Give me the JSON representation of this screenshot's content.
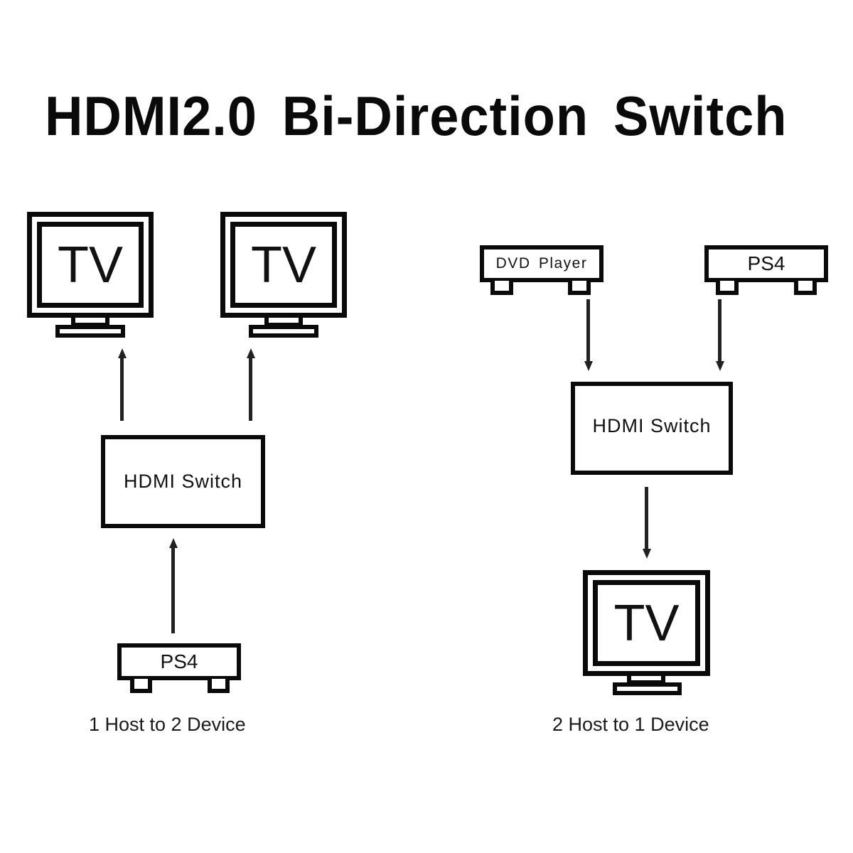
{
  "title": "HDMI2.0 Bi-Direction Switch",
  "left_diagram": {
    "outputs": [
      {
        "type": "tv",
        "label": "TV"
      },
      {
        "type": "tv",
        "label": "TV"
      }
    ],
    "switch_label": "HDMI Switch",
    "source": {
      "type": "console",
      "label": "PS4"
    },
    "caption": "1 Host to 2 Device",
    "flow": "source-to-switch-to-outputs (arrows pointing up)"
  },
  "right_diagram": {
    "sources": [
      {
        "type": "player",
        "label": "DVD Player"
      },
      {
        "type": "console",
        "label": "PS4"
      }
    ],
    "switch_label": "HDMI Switch",
    "output": {
      "type": "tv",
      "label": "TV"
    },
    "caption": "2 Host to 1 Device",
    "flow": "sources-to-switch-to-output (arrows pointing down)"
  },
  "colors": {
    "stroke": "#0a0a0a",
    "arrow": "#222222",
    "background": "#ffffff"
  }
}
